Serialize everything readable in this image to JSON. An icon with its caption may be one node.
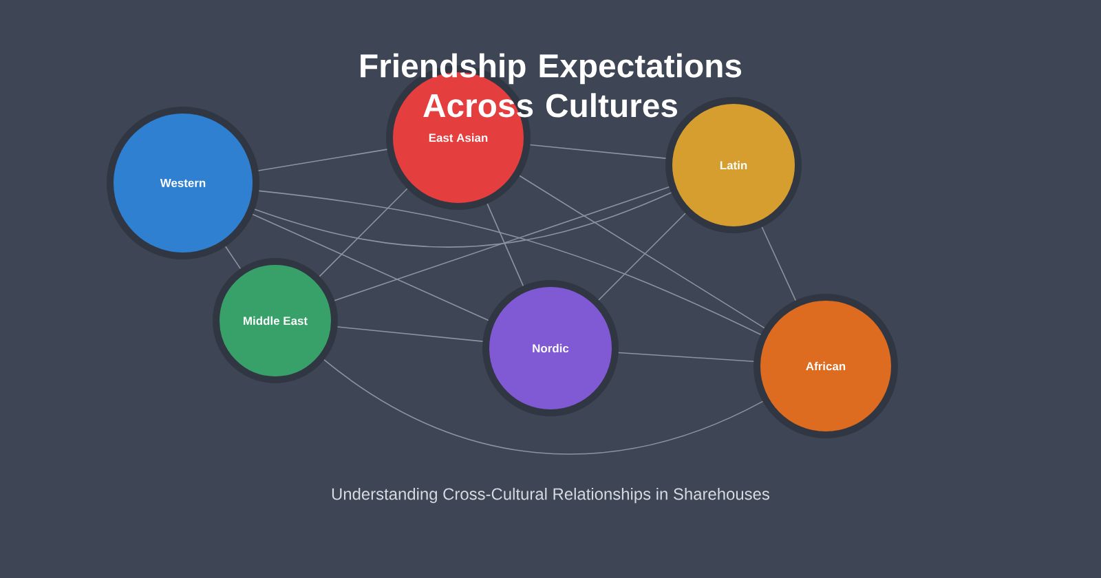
{
  "diagram": {
    "title": "Friendship Expectations Across Cultures",
    "caption": "Understanding Cross-Cultural Relationships in Sharehouses",
    "nodes": [
      {
        "text": [
          "Western"
        ]
      },
      {
        "text": [
          "East Asian"
        ]
      },
      {
        "text": [
          "Latin"
        ]
      },
      {
        "text": [
          "Middle East"
        ]
      },
      {
        "text": [
          "Nordic"
        ]
      },
      {
        "text": [
          "African"
        ]
      }
    ],
    "edges": [
      {
        "from": 0,
        "to": 1,
        "arrow": "none"
      },
      {
        "from": 0,
        "to": 2,
        "arrow": "none"
      },
      {
        "from": 0,
        "to": 3,
        "arrow": "none"
      },
      {
        "from": 0,
        "to": 4,
        "arrow": "none"
      },
      {
        "from": 0,
        "to": 5,
        "arrow": "none"
      },
      {
        "from": 1,
        "to": 2,
        "arrow": "none"
      },
      {
        "from": 1,
        "to": 3,
        "arrow": "none"
      },
      {
        "from": 1,
        "to": 4,
        "arrow": "none"
      },
      {
        "from": 1,
        "to": 5,
        "arrow": "none"
      },
      {
        "from": 2,
        "to": 3,
        "arrow": "none"
      },
      {
        "from": 2,
        "to": 4,
        "arrow": "none"
      },
      {
        "from": 2,
        "to": 5,
        "arrow": "none"
      },
      {
        "from": 3,
        "to": 4,
        "arrow": "none"
      },
      {
        "from": 3,
        "to": 5,
        "arrow": "none"
      },
      {
        "from": 4,
        "to": 5,
        "arrow": "none"
      }
    ]
  }
}
